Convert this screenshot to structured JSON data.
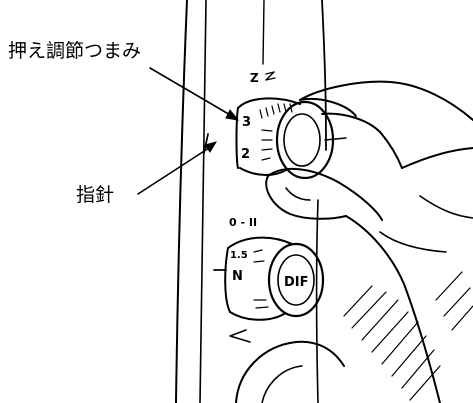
{
  "labels": {
    "presser_adjust_knob": "押え調節つまみ",
    "pointer": "指針"
  },
  "upper_dial": {
    "top_mark": "Z",
    "numbers": [
      "3",
      "2"
    ]
  },
  "lower_dial": {
    "top_mark": "0 - II",
    "numbers": [
      "1.5",
      "N"
    ],
    "knob_label": "DIF"
  },
  "colors": {
    "ink": "#000000",
    "paper": "#ffffff"
  }
}
